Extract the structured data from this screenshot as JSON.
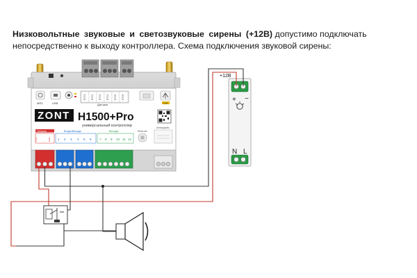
{
  "intro": {
    "bold_text": "Низковольтные звуковые и светозвуковые сирены (+12В)",
    "text_rest": " допустимо подключать непосредственно к выходу контроллера. Схема подключения звуковой сирены:"
  },
  "controller": {
    "brand": "ZONT",
    "model": "H1500+Pro",
    "subtitle": "универсальный контроллер",
    "top_labels": [
      "MRZ",
      "USB",
      "Датчики",
      "GSM"
    ],
    "sensor_labels": [
      "NTC1",
      "NTC2",
      "NTC3",
      "NTC4",
      "NTC5",
      "NTC6"
    ],
    "power_label": "Питание",
    "group1_label": "Входы/Выходы",
    "group2_label": "Выходы",
    "ethernet_label": "Ethernet",
    "interface_label": "Интерфейс",
    "power_terminals": [
      "+12V",
      "-",
      "GND"
    ],
    "io_numbers_1": [
      "1",
      "2",
      "3",
      "4",
      "5",
      "6"
    ],
    "io_numbers_2": [
      "7",
      "8",
      "9",
      "10",
      "11",
      "12"
    ]
  },
  "power_supply": {
    "label": "+12В",
    "terminal_left": "N",
    "terminal_right": "L",
    "output_plus": "+",
    "output_minus": "−"
  },
  "colors": {
    "red_wire": "#c0392b",
    "dark_wire": "#3a3a3a",
    "terminal_red": "#d32f2f",
    "terminal_blue": "#1e6fd0",
    "terminal_green": "#2e9e4f",
    "psu_green": "#2a9a45"
  }
}
